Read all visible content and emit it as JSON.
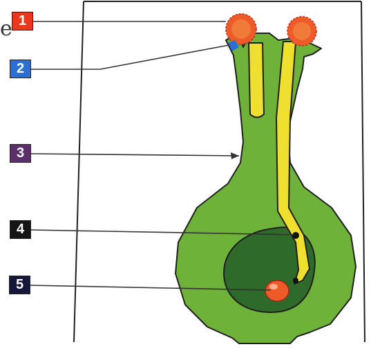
{
  "labels": [
    {
      "number": "1",
      "color": "#e8391e"
    },
    {
      "number": "2",
      "color": "#2a6fd4"
    },
    {
      "number": "3",
      "color": "#5a2f6a"
    },
    {
      "number": "4",
      "color": "#151515"
    },
    {
      "number": "5",
      "color": "#15183a"
    }
  ],
  "colors": {
    "pistil": "#6fb23a",
    "ovary_chamber": "#2e6a2a",
    "pollen_tube": "#efdf2e",
    "stigma_pollen": "#ee5a28",
    "ovule": "#ee5a28",
    "outline": "#1f1f1f",
    "pointer": "#333333"
  },
  "stray_mark": "e"
}
